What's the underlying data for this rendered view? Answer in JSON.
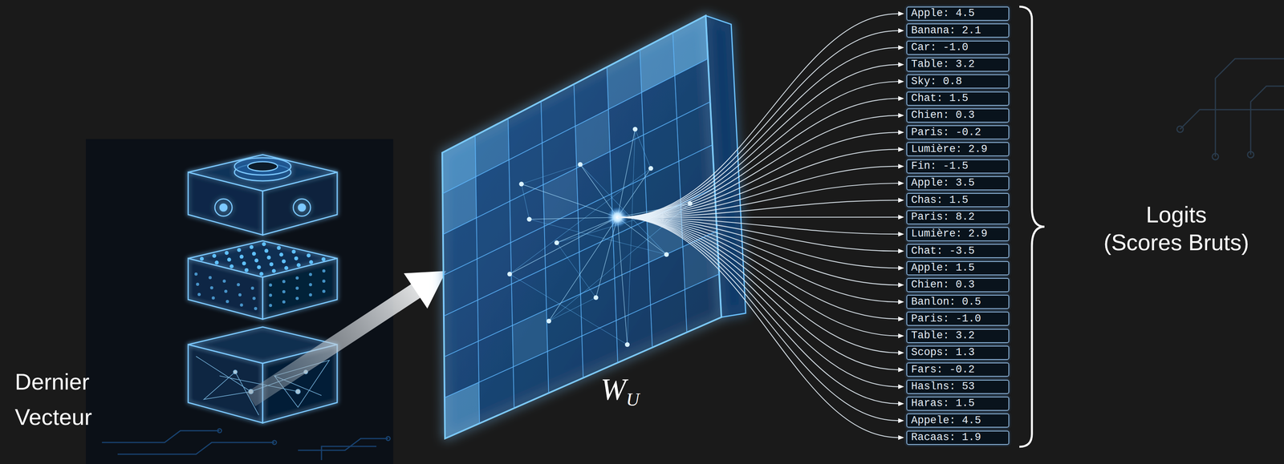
{
  "diagram": {
    "nodes": [
      {
        "text": [
          "Apple: 4.5"
        ]
      },
      {
        "text": [
          "Banana: 2.1"
        ]
      },
      {
        "text": [
          "Car: -1.0"
        ]
      },
      {
        "text": [
          "Table: 3.2"
        ]
      },
      {
        "text": [
          "Sky: 0.8"
        ]
      },
      {
        "text": [
          "Chat: 1.5"
        ]
      },
      {
        "text": [
          "Chien: 0.3"
        ]
      },
      {
        "text": [
          "Paris: -0.2"
        ]
      },
      {
        "text": [
          "Lumière: 2.9"
        ]
      },
      {
        "text": [
          "Fin: -1.5"
        ]
      },
      {
        "text": [
          "Apple: 3.5"
        ]
      },
      {
        "text": [
          "Chas: 1.5"
        ]
      },
      {
        "text": [
          "Paris: 8.2"
        ]
      },
      {
        "text": [
          "Lumière: 2.9"
        ]
      },
      {
        "text": [
          "Chat: -3.5"
        ]
      },
      {
        "text": [
          "Apple: 1.5"
        ]
      },
      {
        "text": [
          "Chien: 0.3"
        ]
      },
      {
        "text": [
          "Banlon: 0.5"
        ]
      },
      {
        "text": [
          "Paris: -1.0"
        ]
      },
      {
        "text": [
          "Table: 3.2"
        ]
      },
      {
        "text": [
          "Scops: 1.3"
        ]
      },
      {
        "text": [
          "Fars: -0.2"
        ]
      },
      {
        "text": [
          "Haslns: 53"
        ]
      },
      {
        "text": [
          "Haras: 1.5"
        ]
      },
      {
        "text": [
          "Appele: 4.5"
        ]
      },
      {
        "text": [
          "Racaas: 1.9"
        ]
      }
    ],
    "labels": [
      "Dernier Vecteur",
      "W",
      "U",
      "Logits (Scores Bruts)"
    ]
  }
}
